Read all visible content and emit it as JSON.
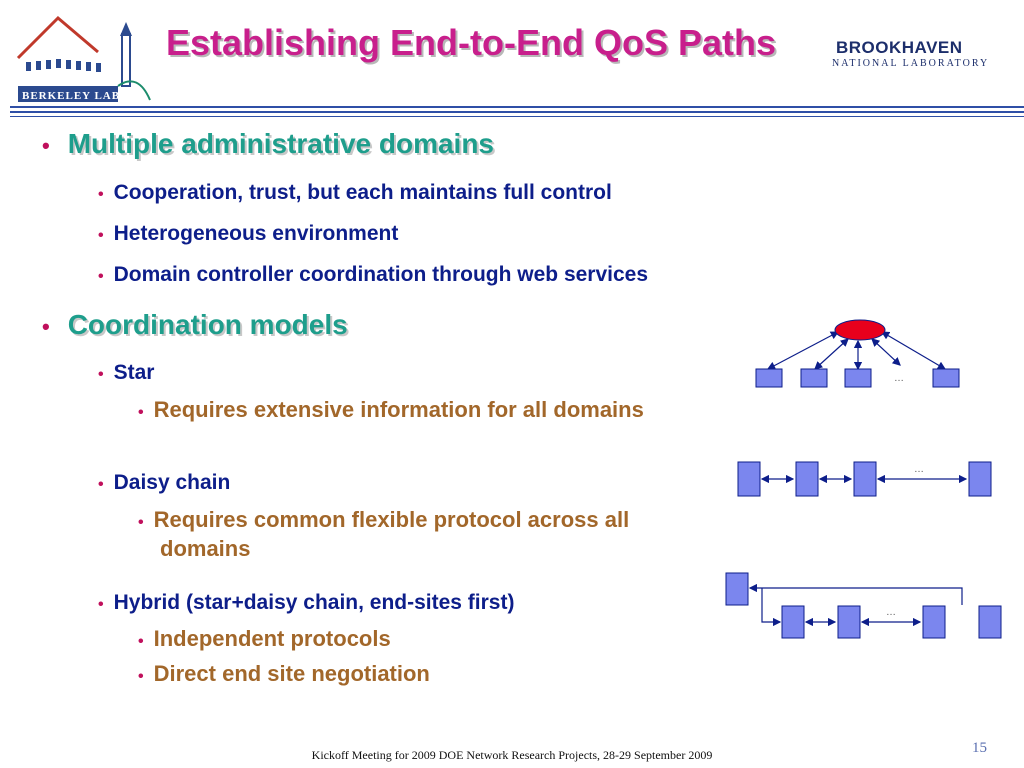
{
  "header": {
    "title": "Establishing End-to-End QoS Paths",
    "left_logo_text": "BERKELEY LAB",
    "right_logo_name": "BROOKHAVEN",
    "right_logo_sub": "NATIONAL LABORATORY"
  },
  "content": {
    "bullets": [
      {
        "level": 1,
        "text": "Multiple administrative domains"
      },
      {
        "level": 2,
        "text": "Cooperation, trust, but each maintains full control"
      },
      {
        "level": 2,
        "text": "Heterogeneous environment"
      },
      {
        "level": 2,
        "text": "Domain controller coordination through web services"
      },
      {
        "level": 1,
        "text": "Coordination models"
      },
      {
        "level": 2,
        "text": "Star"
      },
      {
        "level": 3,
        "text": "Requires extensive information for all domains"
      },
      {
        "level": 2,
        "text": "Daisy chain"
      },
      {
        "level": 3,
        "text": "Requires common flexible protocol across all"
      },
      {
        "level": 3,
        "text": "domains"
      },
      {
        "level": 2,
        "text": "Hybrid (star+daisy chain, end-sites first)"
      },
      {
        "level": 3,
        "text": "Independent protocols"
      },
      {
        "level": 3,
        "text": "Direct end site negotiation"
      }
    ],
    "bullet_glyph": "•"
  },
  "diagrams": {
    "ellipsis": "…"
  },
  "footer": {
    "text": "Kickoff Meeting for 2009 DOE Network Research Projects, 28-29 September 2009",
    "page_number": "15"
  },
  "colors": {
    "title": "#c81f8c",
    "level1": "#1e9e8c",
    "level2": "#0d1e8a",
    "level3": "#a2672a",
    "bullet": "#c0105c",
    "box_fill": "#7b86ee",
    "hub_fill": "#e8001c"
  }
}
